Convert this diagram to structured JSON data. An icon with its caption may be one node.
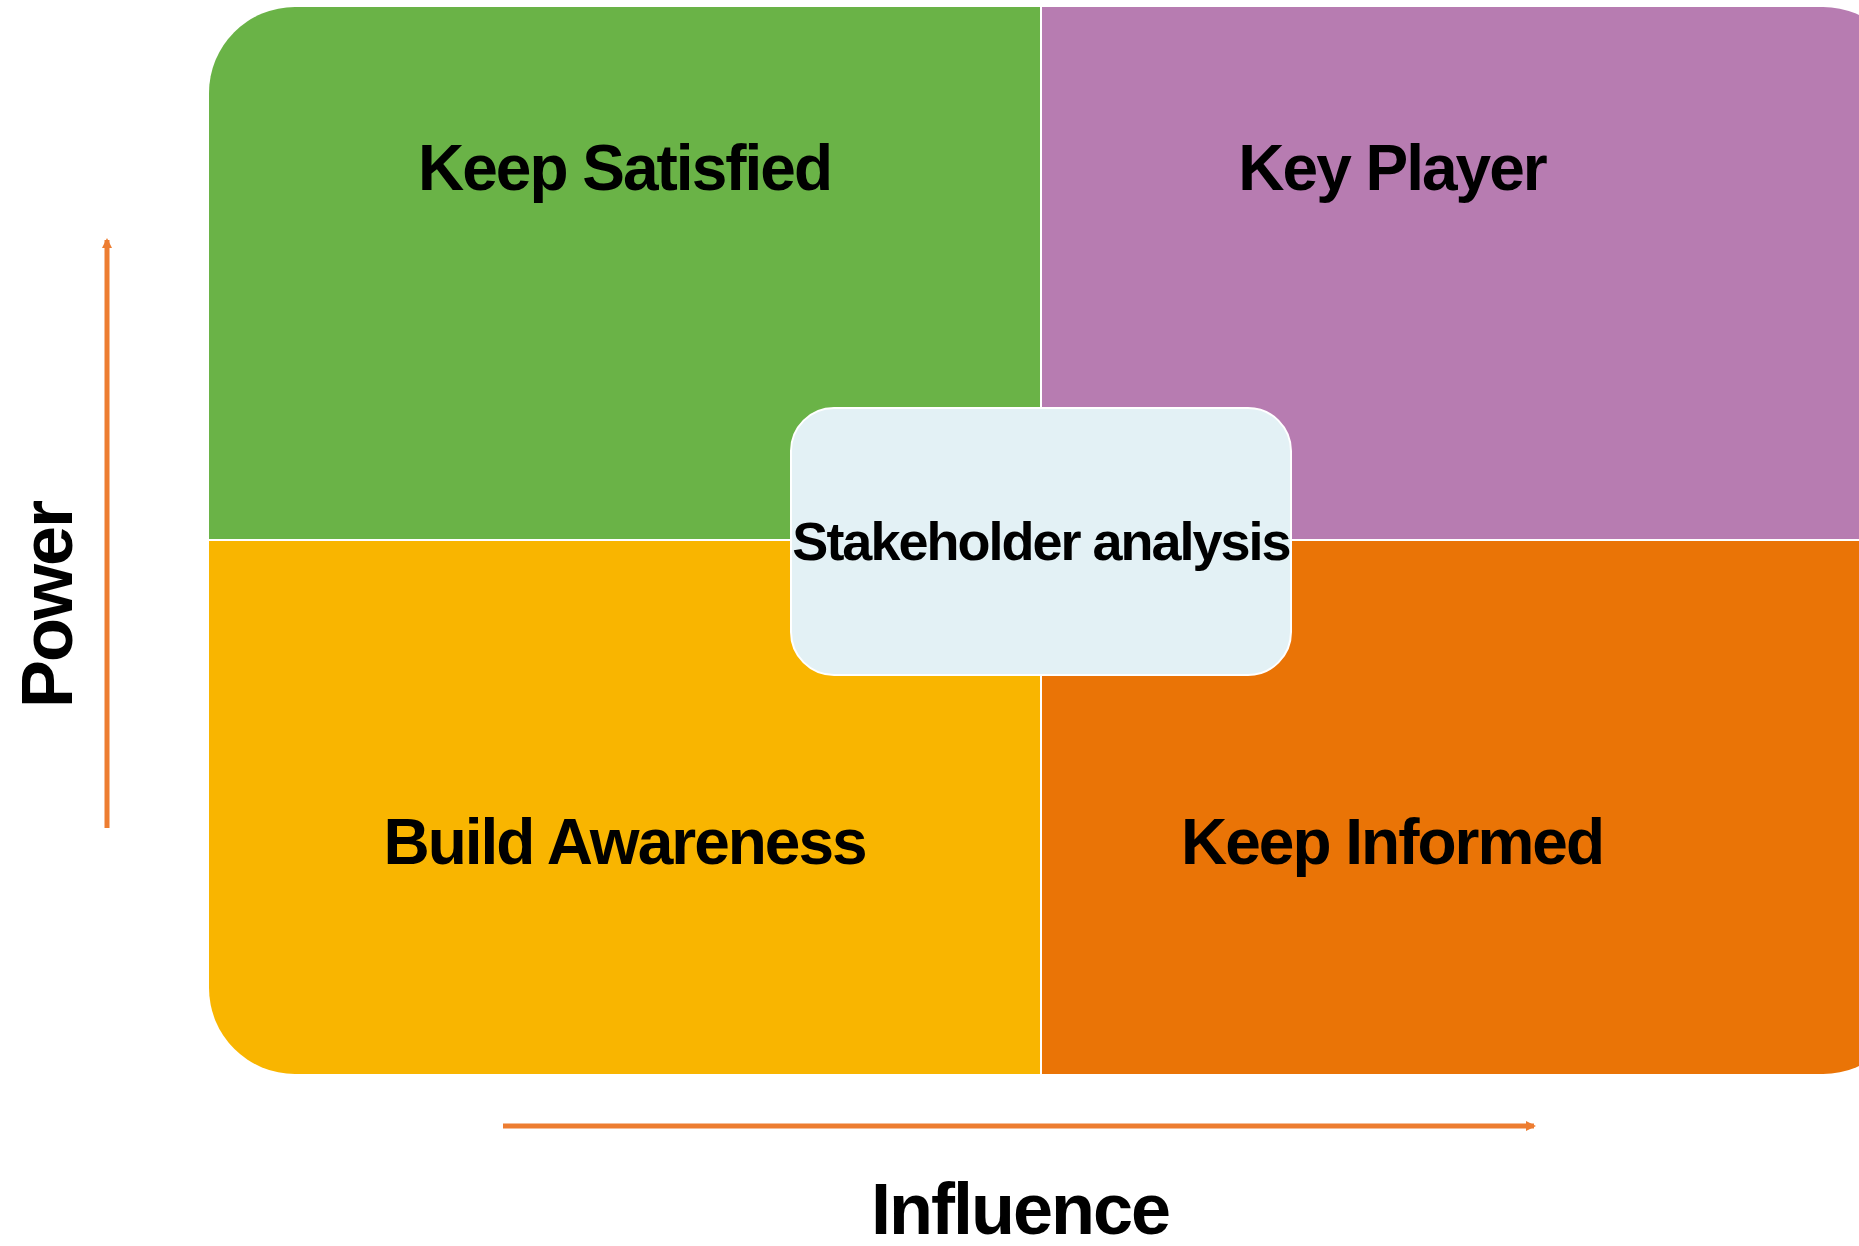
{
  "diagram": {
    "nodes": [
      {
        "text": [
          "Keep Satisfied"
        ]
      },
      {
        "text": [
          "Key Player"
        ]
      },
      {
        "text": [
          "Build Awareness"
        ]
      },
      {
        "text": [
          "Keep Informed"
        ]
      },
      {
        "text": [
          "Stakeholder analysis"
        ]
      }
    ],
    "edges": [],
    "labels": [
      "Power",
      "Influence"
    ]
  }
}
